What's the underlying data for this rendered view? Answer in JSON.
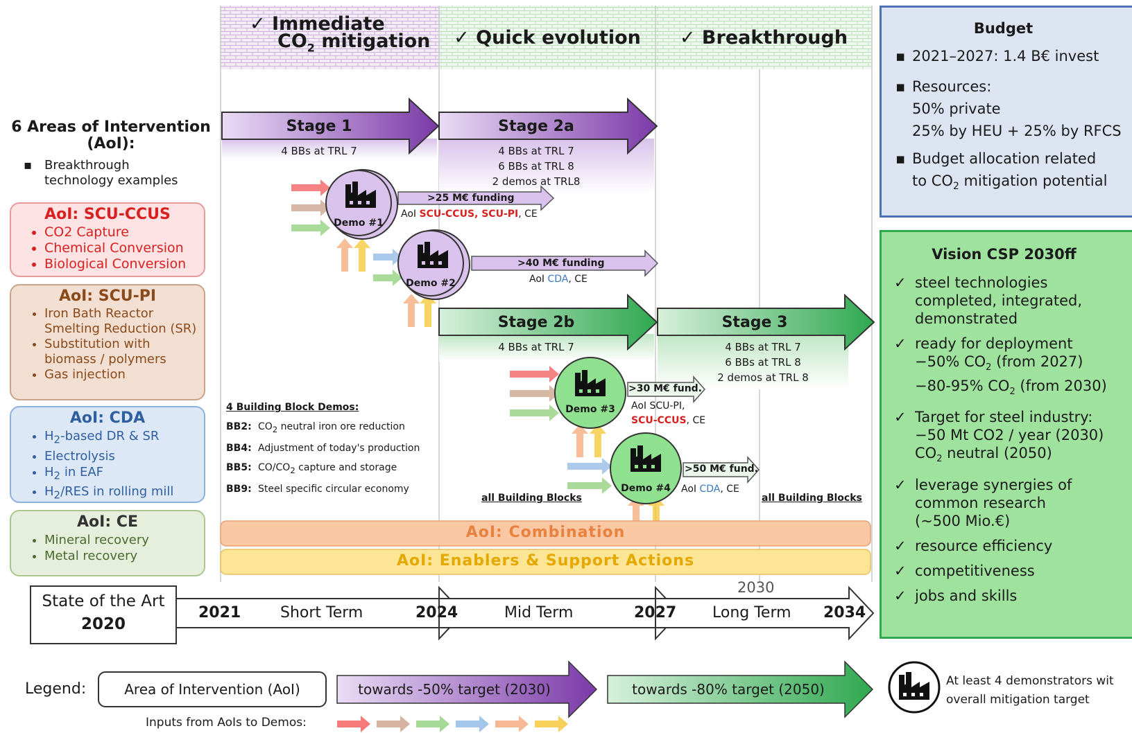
{
  "headers": {
    "immediate": {
      "check": "✓",
      "line1": "Immediate",
      "line2a": "CO",
      "line2sub": "2",
      "line2b": " mitigation"
    },
    "quick": "✓ Quick evolution",
    "breakthrough": "✓ Breakthrough"
  },
  "left": {
    "title": "6 Areas of Intervention (AoI):",
    "bullet": "Breakthrough technology examples",
    "aois": [
      {
        "title": "AoI: SCU-CCUS",
        "items": [
          "CO2 Capture",
          "Chemical Conversion",
          "Biological Conversion"
        ]
      },
      {
        "title": "AoI: SCU-PI",
        "items": [
          "Iron Bath Reactor Smelting Reduction (SR)",
          "Substitution with biomass / polymers",
          "Gas injection"
        ]
      },
      {
        "title": "AoI: CDA",
        "items": [
          {
            "a": "H",
            "sub": "2",
            "b": "-based DR & SR"
          },
          {
            "a": "Electrolysis",
            "sub": "",
            "b": ""
          },
          {
            "a": "H",
            "sub": "2",
            "b": " in EAF"
          },
          {
            "a": "H",
            "sub": "2",
            "b": "/RES in rolling mill"
          }
        ]
      },
      {
        "title": "AoI: CE",
        "items": [
          "Mineral recovery",
          "Metal recovery"
        ]
      }
    ],
    "colors": {
      "scu_ccus": "#d92020",
      "scu_pi": "#8a4a1a",
      "cda": "#2f5fa0",
      "ce": "#333333"
    }
  },
  "stages": {
    "stage1": {
      "label": "Stage 1",
      "sub": [
        "4 BBs at TRL 7"
      ]
    },
    "stage2a": {
      "label": "Stage 2a",
      "sub": [
        "4 BBs at TRL 7",
        "6 BBs at TRL 8",
        "2 demos at TRL8"
      ]
    },
    "stage2b": {
      "label": "Stage 2b",
      "sub": [
        "4 BBs at TRL 7"
      ]
    },
    "stage3": {
      "label": "Stage 3",
      "sub": [
        "4 BBs at TRL 7",
        "6 BBs at TRL 8",
        "2 demos at TRL 8"
      ]
    }
  },
  "demos": [
    {
      "label": "Demo #1",
      "funding": ">25 M€ funding",
      "aoi_prefix": "AoI ",
      "aoi_colored": "SCU-CCUS, SCU-PI",
      "aoi_suffix": ", CE"
    },
    {
      "label": "Demo #2",
      "funding": ">40 M€ funding",
      "aoi_prefix": "AoI ",
      "aoi_colored": "CDA",
      "aoi_suffix": ", CE"
    },
    {
      "label": "Demo #3",
      "funding": ">30 M€ fund.",
      "aoi_prefix": "AoI SCU-PI,",
      "aoi_colored": "SCU-CCUS",
      "aoi_suffix": ", CE"
    },
    {
      "label": "Demo #4",
      "funding": ">50 M€ fund.",
      "aoi_prefix": "AoI ",
      "aoi_colored": "CDA",
      "aoi_suffix": ", CE"
    }
  ],
  "bb_demos": {
    "title": "4 Building Block Demos:",
    "rows": [
      {
        "code": "BB2:",
        "a": "CO",
        "sub": "2",
        "b": " neutral iron ore reduction"
      },
      {
        "code": "BB4:",
        "a": "Adjustment of today's production",
        "sub": "",
        "b": ""
      },
      {
        "code": "BB5:",
        "a": "CO/CO",
        "sub": "2",
        "b": " capture and storage"
      },
      {
        "code": "BB9:",
        "a": "Steel specific circular economy",
        "sub": "",
        "b": ""
      }
    ]
  },
  "all_bb": [
    "all Building Blocks",
    "all Building Blocks"
  ],
  "bars": {
    "combination": "AoI:  Combination",
    "enablers": "AoI:  Enablers & Support Actions"
  },
  "timeline": {
    "sota_line1": "State of the Art",
    "sota_line2": "2020",
    "years": [
      "2021",
      "2024",
      "2027",
      "2034"
    ],
    "terms": [
      "Short  Term",
      "Mid Term",
      "Long Term"
    ],
    "marker": "2030"
  },
  "budget": {
    "title": "Budget",
    "items": [
      {
        "text": "2021–2027: 1.4 B€ invest"
      },
      {
        "text": "Resources:",
        "sublines": [
          "50% private",
          "25% by HEU + 25% by RFCS"
        ]
      },
      {
        "text": "Budget allocation related",
        "line2a": "to CO",
        "line2sub": "2",
        "line2b": " mitigation potential"
      }
    ]
  },
  "vision": {
    "title": "Vision CSP 2030ff",
    "items": [
      {
        "lines": [
          "steel technologies",
          "completed, integrated,",
          "demonstrated"
        ]
      },
      {
        "lines": [
          "ready for deployment"
        ],
        "co2lines": [
          {
            "a": "−50% CO",
            "b": " (from 2027)"
          },
          {
            "a": "−80-95% CO",
            "b": " (from 2030)"
          }
        ]
      },
      {
        "lines": [
          "Target for steel industry:",
          "−50 Mt CO2 / year (2030)"
        ],
        "co2lines": [
          {
            "a": "CO",
            "b": " neutral (2050)"
          }
        ]
      },
      {
        "lines": [
          "leverage synergies of",
          "common research",
          "(~500 Mio.€)"
        ]
      },
      {
        "lines": [
          "resource efficiency"
        ]
      },
      {
        "lines": [
          "competitiveness"
        ]
      },
      {
        "lines": [
          "jobs and skills"
        ]
      }
    ]
  },
  "legend": {
    "label": "Legend:",
    "aoi_box": "Area of Intervention (AoI)",
    "purple": "towards -50% target (2030)",
    "green": "towards -80% target (2050)",
    "demo_text_1": "At least 4 demonstrators wit",
    "demo_text_2": "overall mitigation target",
    "inputs": "Inputs from AoIs to Demos:"
  },
  "input_colors": [
    "#f25a5a",
    "#c9a08a",
    "#8fcf7a",
    "#8fb8e6",
    "#f5a878",
    "#f5c530"
  ]
}
